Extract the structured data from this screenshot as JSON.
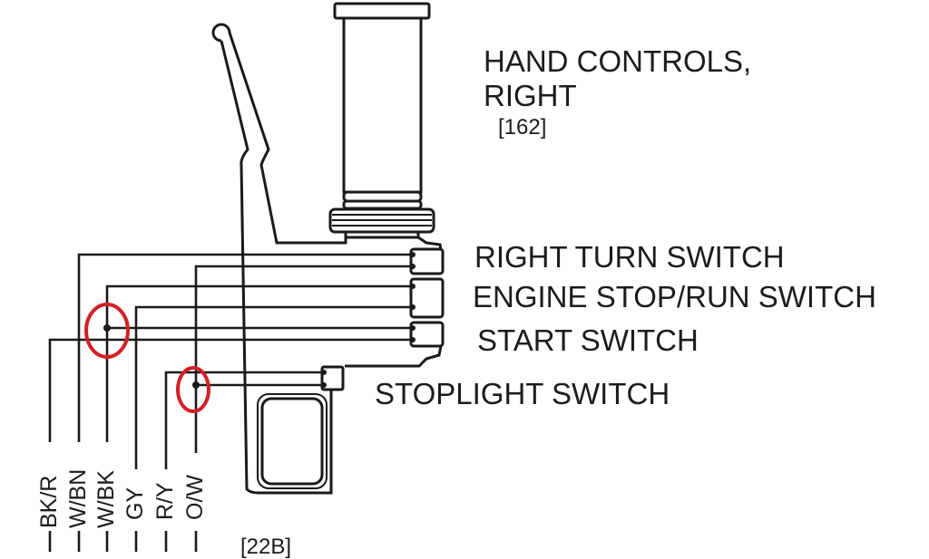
{
  "component": {
    "title_line1": "HAND CONTROLS,",
    "title_line2": "RIGHT",
    "ref": "[162]"
  },
  "switches": [
    {
      "label": "RIGHT TURN SWITCH"
    },
    {
      "label": "ENGINE STOP/RUN SWITCH"
    },
    {
      "label": "START SWITCH"
    },
    {
      "label": "STOPLIGHT SWITCH"
    }
  ],
  "wires": [
    {
      "label": "BK/R"
    },
    {
      "label": "W/BN"
    },
    {
      "label": "W/BK"
    },
    {
      "label": "GY"
    },
    {
      "label": "R/Y"
    },
    {
      "label": "O/W"
    }
  ],
  "connector_ref": "[22B]",
  "colors": {
    "line": "#1a1a1a",
    "highlight": "#d21f26",
    "background": "#ffffff"
  },
  "annotations": [
    {
      "type": "red-ellipse",
      "target": "W/BK splice node"
    },
    {
      "type": "red-ellipse",
      "target": "O/W splice node"
    }
  ]
}
